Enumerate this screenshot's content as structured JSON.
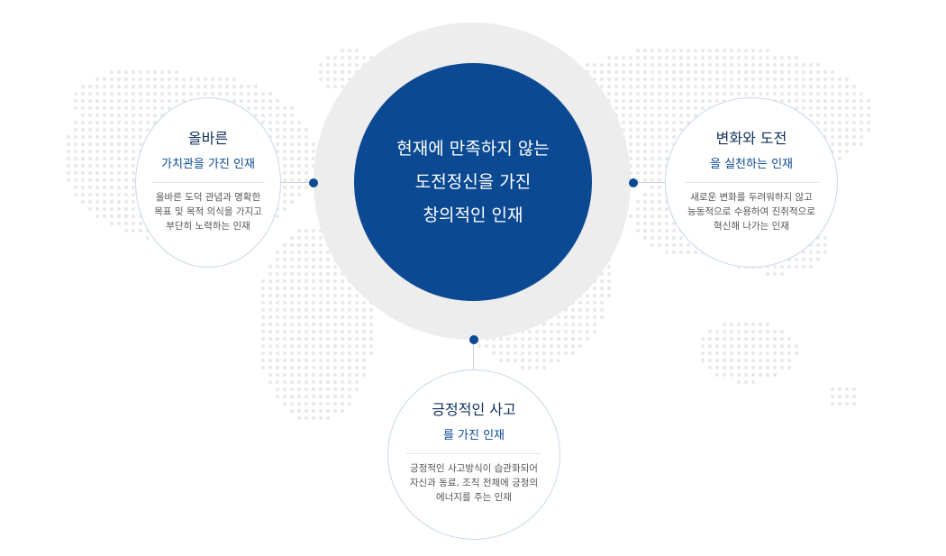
{
  "center": {
    "lines": [
      "현재에 만족하지 않는",
      "도전정신을 가진",
      "창의적인 인재"
    ]
  },
  "traits": {
    "left": {
      "title": "올바른",
      "subtitle": "가치관을 가진 인재",
      "desc": [
        "올바른 도덕 관념과 명확한",
        "목표 및 목적 의식을 가지고",
        "부단히 노력하는 인재"
      ]
    },
    "right": {
      "title": "변화와 도전",
      "subtitle": "을 실천하는 인재",
      "desc": [
        "새로운 변화를 두려워하지 않고",
        "능동적으로 수용하여 진취적으로",
        "혁신해 나가는 인재"
      ]
    },
    "bottom": {
      "title": "긍정적인 사고",
      "subtitle": "를 가진 인재",
      "desc": [
        "긍정적인 사고방식이 습관화되어",
        "자신과 동료, 조직 전체에 긍정의",
        "에너지를 주는 인재"
      ]
    }
  },
  "colors": {
    "accent": "#0b4a93",
    "ring": "#ededed",
    "map_dots": "#e8e8e8"
  },
  "icons": {
    "background": "world-map-dots"
  }
}
